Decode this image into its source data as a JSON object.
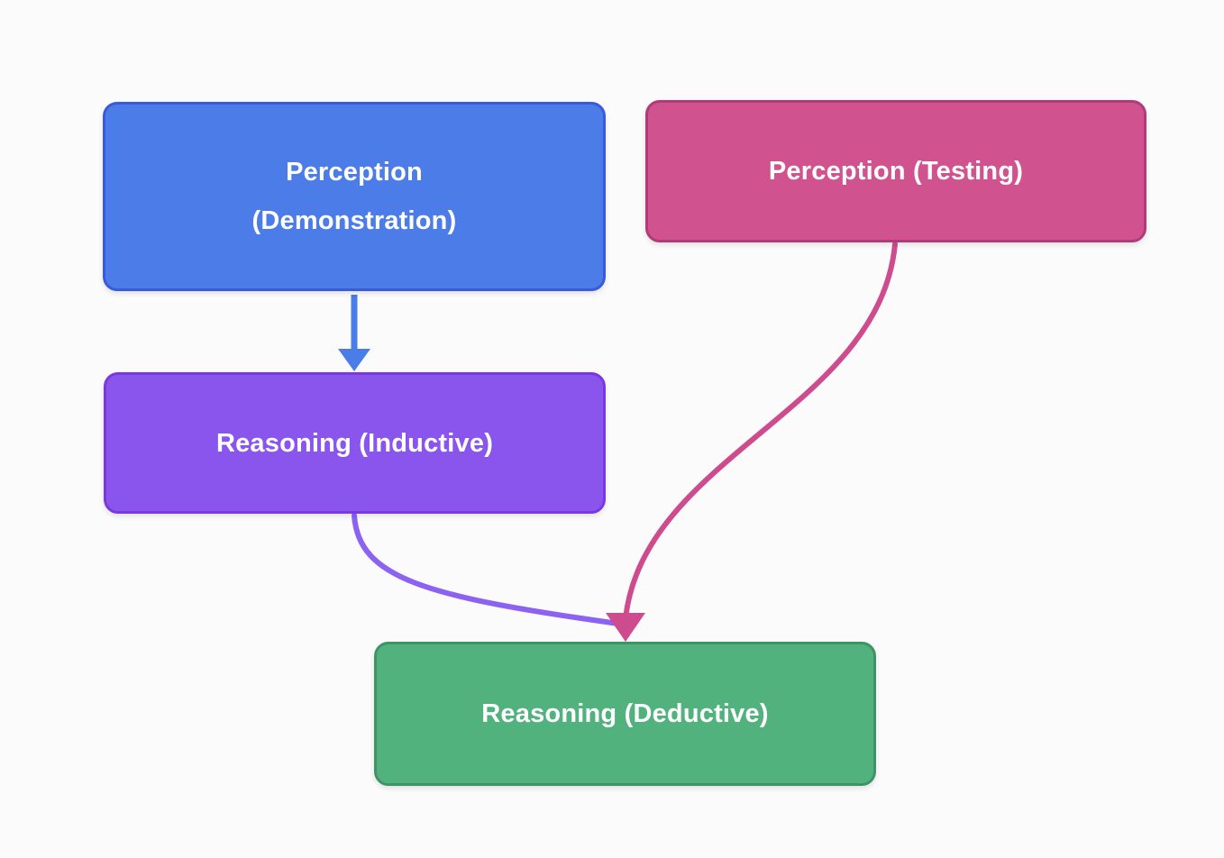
{
  "diagram": {
    "background_color": "#fbfbfc",
    "nodes": [
      {
        "id": "perception-demonstration",
        "label": "Perception (Demonstration)",
        "line1": "Perception",
        "line2": "(Demonstration)",
        "fill": "#4b7ce8",
        "border": "#3a5bd9",
        "text_color": "#ffffff"
      },
      {
        "id": "perception-testing",
        "label": "Perception (Testing)",
        "fill": "#d0538f",
        "border": "#b13a78",
        "text_color": "#ffffff"
      },
      {
        "id": "reasoning-inductive",
        "label": "Reasoning (Inductive)",
        "fill": "#8a55ec",
        "border": "#7a39e0",
        "text_color": "#ffffff"
      },
      {
        "id": "reasoning-deductive",
        "label": "Reasoning (Deductive)",
        "fill": "#52b27e",
        "border": "#3e9466",
        "text_color": "#ffffff"
      }
    ],
    "edges": [
      {
        "id": "demonstration-to-inductive",
        "from": "perception-demonstration",
        "to": "reasoning-inductive",
        "style": "straight-down",
        "color": "#4a7de8"
      },
      {
        "id": "inductive-to-deductive",
        "from": "reasoning-inductive",
        "to": "reasoning-deductive",
        "style": "curved",
        "color": "#8b62f2"
      },
      {
        "id": "testing-to-deductive",
        "from": "perception-testing",
        "to": "reasoning-deductive",
        "style": "curved-s",
        "color": "#ce4c8d"
      }
    ]
  }
}
